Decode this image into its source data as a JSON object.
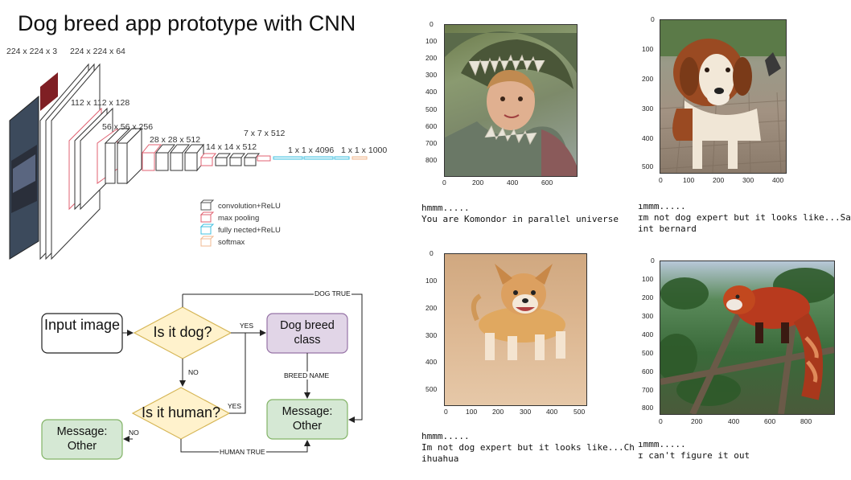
{
  "title": "Dog breed app prototype with CNN",
  "cnn": {
    "labels": {
      "input": "224 x 224 x 3",
      "conv1": "224 x 224 x 64",
      "conv2": "112 x 112 x 128",
      "conv3": "56 x 56 x 256",
      "conv4": "28 x 28 x 512",
      "conv5": "14 x 14 x 512",
      "pool5": "7 x 7 x 512",
      "fc": "1 x 1 x 4096",
      "softmax": "1 x 1 x 1000"
    },
    "legend": [
      {
        "label": "convolution+ReLU",
        "color": "#555555"
      },
      {
        "label": "max pooling",
        "color": "#e06070"
      },
      {
        "label": "fully nected+ReLU",
        "color": "#40c0e0"
      },
      {
        "label": "softmax",
        "color": "#f0b890"
      }
    ]
  },
  "flow": {
    "input_image": "Input image",
    "is_dog": "Is it dog?",
    "is_human": "Is it human?",
    "dog_breed_class": "Dog breed class",
    "message_other_right": "Message: Other",
    "message_other_left": "Message: Other",
    "yes1": "YES",
    "yes2": "YES",
    "no1": "NO",
    "no2": "NO",
    "dog_true": "DOG TRUE",
    "breed_name": "BREED NAME",
    "human_true": "HUMAN TRUE",
    "colors": {
      "decision_fill": "#fff2cc",
      "decision_stroke": "#d6b656",
      "class_fill": "#e1d5e7",
      "class_stroke": "#9673a6",
      "msg_fill": "#d5e8d4",
      "msg_stroke": "#82b366"
    }
  },
  "results": [
    {
      "image": "girl-in-crocodile-photo",
      "line1": "hmmm.....",
      "line2": "You are Komondor in parallel universe",
      "xticks": [
        "0",
        "200",
        "400",
        "600"
      ],
      "yticks": [
        "0",
        "100",
        "200",
        "300",
        "400",
        "500",
        "600",
        "700",
        "800"
      ]
    },
    {
      "image": "saint-bernard-photo",
      "line1": "ımmm.....",
      "line2": "ɪm not dog expert but it looks like...Sa",
      "line3": "int bernard",
      "xticks": [
        "0",
        "100",
        "200",
        "300",
        "400"
      ],
      "yticks": [
        "0",
        "100",
        "200",
        "300",
        "400",
        "500"
      ]
    },
    {
      "image": "chihuahua-photo",
      "line1": "hmmm.....",
      "line2": "Im not dog expert but it looks like...Ch",
      "line3": "ihuahua",
      "xticks": [
        "0",
        "100",
        "200",
        "300",
        "400",
        "500"
      ],
      "yticks": [
        "0",
        "100",
        "200",
        "300",
        "400",
        "500"
      ]
    },
    {
      "image": "red-panda-photo",
      "line1": "ımmm.....",
      "line2": "ɪ can't figure it out",
      "xticks": [
        "0",
        "200",
        "400",
        "600",
        "800"
      ],
      "yticks": [
        "0",
        "100",
        "200",
        "300",
        "400",
        "500",
        "600",
        "700",
        "800"
      ]
    }
  ]
}
